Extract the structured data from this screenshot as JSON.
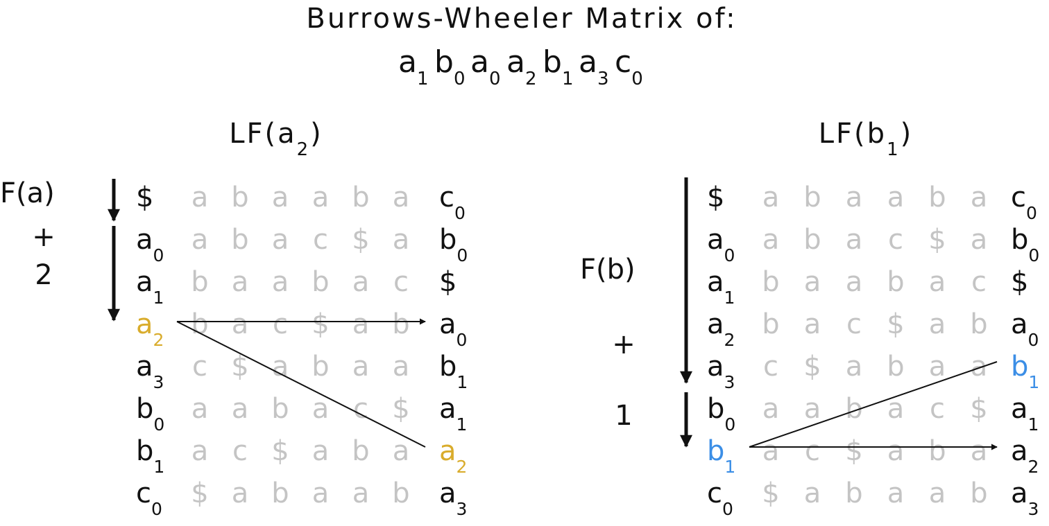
{
  "title": "Burrows-Wheeler Matrix of:",
  "sequence": [
    {
      "c": "a",
      "s": "1",
      "hl": ""
    },
    {
      "c": "b",
      "s": "0",
      "hl": ""
    },
    {
      "c": "a",
      "s": "0",
      "hl": ""
    },
    {
      "c": "a",
      "s": "2",
      "hl": "gold"
    },
    {
      "c": "b",
      "s": "1",
      "hl": "blue"
    },
    {
      "c": "a",
      "s": "3",
      "hl": ""
    },
    {
      "c": "c",
      "s": "0",
      "hl": ""
    }
  ],
  "colors": {
    "text": "#111111",
    "gray": "#c4c4c4",
    "gold": "#d9ac2c",
    "blue": "#3b8ee6",
    "line": "#111111"
  },
  "panels": [
    {
      "title": {
        "base": "LF(a",
        "sub": "2",
        "close": ")"
      },
      "side_label": "F(a)",
      "side_op": "+",
      "side_num": "2",
      "first_col": [
        {
          "c": "$",
          "s": "",
          "hl": ""
        },
        {
          "c": "a",
          "s": "0",
          "hl": ""
        },
        {
          "c": "a",
          "s": "1",
          "hl": ""
        },
        {
          "c": "a",
          "s": "2",
          "hl": "gold"
        },
        {
          "c": "a",
          "s": "3",
          "hl": ""
        },
        {
          "c": "b",
          "s": "0",
          "hl": ""
        },
        {
          "c": "b",
          "s": "1",
          "hl": ""
        },
        {
          "c": "c",
          "s": "0",
          "hl": ""
        }
      ],
      "middle_rows": [
        [
          "a",
          "b",
          "a",
          "a",
          "b",
          "a"
        ],
        [
          "a",
          "b",
          "a",
          "c",
          "$",
          "a"
        ],
        [
          "b",
          "a",
          "a",
          "b",
          "a",
          "c"
        ],
        [
          "b",
          "a",
          "c",
          "$",
          "a",
          "b"
        ],
        [
          "c",
          "$",
          "a",
          "b",
          "a",
          "a"
        ],
        [
          "a",
          "a",
          "b",
          "a",
          "c",
          "$"
        ],
        [
          "a",
          "c",
          "$",
          "a",
          "b",
          "a"
        ],
        [
          "$",
          "a",
          "b",
          "a",
          "a",
          "b"
        ]
      ],
      "last_col": [
        {
          "c": "c",
          "s": "0",
          "hl": ""
        },
        {
          "c": "b",
          "s": "0",
          "hl": ""
        },
        {
          "c": "$",
          "s": "",
          "hl": ""
        },
        {
          "c": "a",
          "s": "0",
          "hl": ""
        },
        {
          "c": "b",
          "s": "1",
          "hl": ""
        },
        {
          "c": "a",
          "s": "1",
          "hl": ""
        },
        {
          "c": "a",
          "s": "2",
          "hl": "gold"
        },
        {
          "c": "a",
          "s": "3",
          "hl": ""
        }
      ]
    },
    {
      "title": {
        "base": "LF(b",
        "sub": "1",
        "close": ")"
      },
      "side_label": "F(b)",
      "side_op": "+",
      "side_num": "1",
      "first_col": [
        {
          "c": "$",
          "s": "",
          "hl": ""
        },
        {
          "c": "a",
          "s": "0",
          "hl": ""
        },
        {
          "c": "a",
          "s": "1",
          "hl": ""
        },
        {
          "c": "a",
          "s": "2",
          "hl": ""
        },
        {
          "c": "a",
          "s": "3",
          "hl": ""
        },
        {
          "c": "b",
          "s": "0",
          "hl": ""
        },
        {
          "c": "b",
          "s": "1",
          "hl": "blue"
        },
        {
          "c": "c",
          "s": "0",
          "hl": ""
        }
      ],
      "middle_rows": [
        [
          "a",
          "b",
          "a",
          "a",
          "b",
          "a"
        ],
        [
          "a",
          "b",
          "a",
          "c",
          "$",
          "a"
        ],
        [
          "b",
          "a",
          "a",
          "b",
          "a",
          "c"
        ],
        [
          "b",
          "a",
          "c",
          "$",
          "a",
          "b"
        ],
        [
          "c",
          "$",
          "a",
          "b",
          "a",
          "a"
        ],
        [
          "a",
          "a",
          "b",
          "a",
          "c",
          "$"
        ],
        [
          "a",
          "c",
          "$",
          "a",
          "b",
          "a"
        ],
        [
          "$",
          "a",
          "b",
          "a",
          "a",
          "b"
        ]
      ],
      "last_col": [
        {
          "c": "c",
          "s": "0",
          "hl": ""
        },
        {
          "c": "b",
          "s": "0",
          "hl": ""
        },
        {
          "c": "$",
          "s": "",
          "hl": ""
        },
        {
          "c": "a",
          "s": "0",
          "hl": ""
        },
        {
          "c": "b",
          "s": "1",
          "hl": "blue"
        },
        {
          "c": "a",
          "s": "1",
          "hl": ""
        },
        {
          "c": "a",
          "s": "2",
          "hl": ""
        },
        {
          "c": "a",
          "s": "3",
          "hl": ""
        }
      ]
    }
  ]
}
